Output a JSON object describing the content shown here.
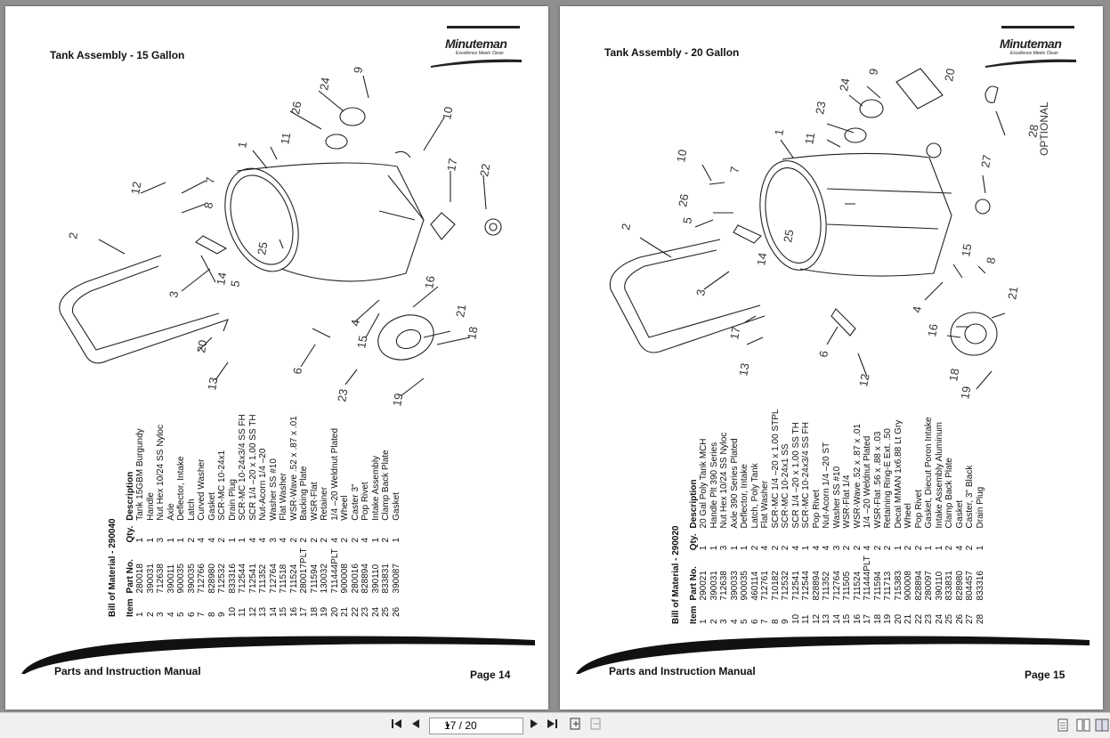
{
  "pages": [
    {
      "title": "Tank Assembly - 15 Gallon",
      "logo": {
        "name": "Minuteman",
        "tagline": "Excellence Meets Clean"
      },
      "bom_title": "Bill of Material - 290040",
      "columns": [
        "Item",
        "Part No.",
        "Qty.",
        "Description"
      ],
      "rows": [
        [
          "1",
          "280018",
          "1",
          "Tank 15GBM Burgundy"
        ],
        [
          "2",
          "390031",
          "1",
          "Handle"
        ],
        [
          "3",
          "712638",
          "3",
          "Nut Hex 10/24 SS Nyloc"
        ],
        [
          "4",
          "390011",
          "1",
          "Axle"
        ],
        [
          "5",
          "900035",
          "1",
          "Deflector, Intake"
        ],
        [
          "6",
          "390035",
          "2",
          "Latch"
        ],
        [
          "7",
          "712766",
          "4",
          "Curved Washer"
        ],
        [
          "8",
          "828980",
          "4",
          "Gasket"
        ],
        [
          "9",
          "712532",
          "2",
          "SCR-MC 10-24x1"
        ],
        [
          "10",
          "833316",
          "1",
          "Drain Plug"
        ],
        [
          "11",
          "712544",
          "1",
          "SCR-MC 10-24x3/4 SS FH"
        ],
        [
          "12",
          "712541",
          "4",
          "SCR 1/4 –20 x 1.00 SS TH"
        ],
        [
          "13",
          "711352",
          "4",
          "Nut-Acorn 1/4 –20"
        ],
        [
          "14",
          "712764",
          "3",
          "Washer SS #10"
        ],
        [
          "15",
          "711518",
          "4",
          "Flat Washer"
        ],
        [
          "16",
          "711524",
          "2",
          "WSR-Wave .52 x .87 x .01"
        ],
        [
          "17",
          "280017PLT",
          "2",
          "Backing Plate"
        ],
        [
          "18",
          "711594",
          "2",
          "WSR-Flat"
        ],
        [
          "19",
          "130032",
          "2",
          "Retainer"
        ],
        [
          "20",
          "711444PLT",
          "4",
          "1/4 –20 Weldnut Plated"
        ],
        [
          "21",
          "900008",
          "2",
          "Wheel"
        ],
        [
          "22",
          "280016",
          "2",
          "Caster 3\""
        ],
        [
          "23",
          "828894",
          "4",
          "Pop Rivet"
        ],
        [
          "24",
          "390110",
          "1",
          "Intake Assembly"
        ],
        [
          "25",
          "833831",
          "2",
          "Clamp Back Plate"
        ],
        [
          "26",
          "390087",
          "1",
          "Gasket"
        ]
      ],
      "callouts": [
        "1",
        "2",
        "3",
        "4",
        "5",
        "6",
        "7",
        "8",
        "9",
        "10",
        "11",
        "12",
        "13",
        "14",
        "15",
        "16",
        "17",
        "18",
        "19",
        "20",
        "21",
        "22",
        "23",
        "24",
        "25",
        "26"
      ],
      "footer": "Parts and Instruction Manual",
      "page_number": "Page 14"
    },
    {
      "title": "Tank Assembly - 20 Gallon",
      "logo": {
        "name": "Minuteman",
        "tagline": "Excellence Meets Clean"
      },
      "bom_title": "Bill of Material - 290020",
      "columns": [
        "Item",
        "Part No.",
        "Qty.",
        "Description"
      ],
      "rows": [
        [
          "1",
          "290021",
          "1",
          "20 Gal Poly Tank MCH"
        ],
        [
          "2",
          "390031",
          "1",
          "Handle Plt 390 Series"
        ],
        [
          "3",
          "712638",
          "3",
          "Nut Hex 10/24 SS Nyloc"
        ],
        [
          "4",
          "390033",
          "1",
          "Axle 390 Series Plated"
        ],
        [
          "5",
          "900035",
          "1",
          "Deflector, Intake"
        ],
        [
          "6",
          "460114",
          "2",
          "Latch, Poly Tank"
        ],
        [
          "7",
          "712761",
          "4",
          "Flat Washer"
        ],
        [
          "8",
          "710182",
          "2",
          "SCR-MC 1/4 –20 x 1.00 STPL"
        ],
        [
          "9",
          "712532",
          "2",
          "SCR-MC 10-24x1 SS"
        ],
        [
          "10",
          "712541",
          "4",
          "SCR 1/4 –20 x 1.00 SS TH"
        ],
        [
          "11",
          "712544",
          "1",
          "SCR-MC 10-24x3/4 SS FH"
        ],
        [
          "12",
          "828894",
          "4",
          "Pop Rivet"
        ],
        [
          "13",
          "711352",
          "4",
          "Nut-Acorn 1/4 –20 ST"
        ],
        [
          "14",
          "712764",
          "3",
          "Washer SS #10"
        ],
        [
          "15",
          "711505",
          "2",
          "WSR-Flat 1/4"
        ],
        [
          "16",
          "711524",
          "2",
          "WSR-Wave .52 x .87 x .01"
        ],
        [
          "17",
          "711444PLT",
          "4",
          "1/4 –20 Weldnut Plated"
        ],
        [
          "18",
          "711594",
          "2",
          "WSR-Flat .56 x .88 x .03"
        ],
        [
          "19",
          "711713",
          "2",
          "Retaining Ring-E Ext. .50"
        ],
        [
          "20",
          "715383",
          "1",
          "Decal MMAN 1x6.88 Lt Gry"
        ],
        [
          "21",
          "900008",
          "2",
          "Wheel"
        ],
        [
          "22",
          "828894",
          "2",
          "Pop Rivet"
        ],
        [
          "23",
          "280097",
          "1",
          "Gasket, Diecut Poron Intake"
        ],
        [
          "24",
          "390110",
          "1",
          "Intake Assembly Aluminum"
        ],
        [
          "25",
          "833831",
          "2",
          "Clamp Back Plate"
        ],
        [
          "26",
          "828980",
          "4",
          "Gasket"
        ],
        [
          "27",
          "804457",
          "2",
          "Caster, 3\" Black"
        ],
        [
          "28",
          "833316",
          "1",
          "Drain Plug"
        ]
      ],
      "callouts": [
        "1",
        "2",
        "3",
        "4",
        "5",
        "6",
        "7",
        "8",
        "9",
        "10",
        "11",
        "12",
        "13",
        "14",
        "15",
        "16",
        "17",
        "18",
        "19",
        "20",
        "21",
        "23",
        "24",
        "25",
        "26",
        "27",
        "28"
      ],
      "optional_label": "OPTIONAL",
      "footer": "Parts and Instruction Manual",
      "page_number": "Page 15"
    }
  ],
  "toolbar": {
    "page_indicator": "17 / 20"
  }
}
